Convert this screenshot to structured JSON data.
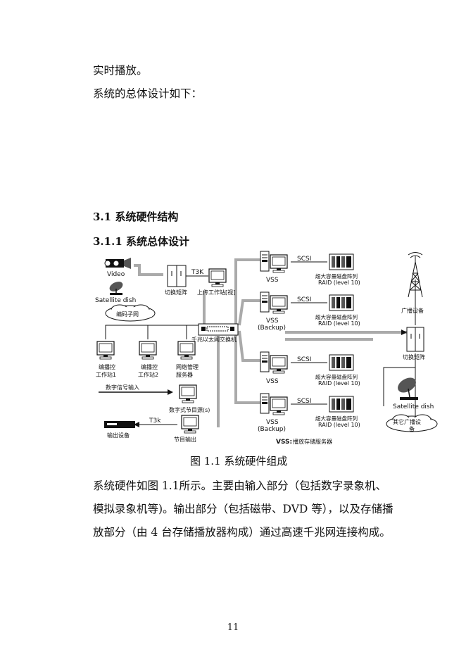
{
  "paragraphs": {
    "p1": "实时播放。",
    "p2": "系统的总体设计如下："
  },
  "headings": {
    "h1": "3.1   系统硬件结构",
    "h2": "3.1.1   系统总体设计"
  },
  "figure": {
    "labels": {
      "video": "Video",
      "sat_dish_left": "Satellite dish",
      "switch_matrix": "切换矩阵",
      "t3k_top": "T3K",
      "upload_ws": "上传工作站[视]",
      "encode_subnet": "编码子网",
      "gig_switch": "千兆以太网交换机",
      "edit_ws1_l1": "编播控",
      "edit_ws1_l2": "工作站1",
      "edit_ws2_l1": "编播控",
      "edit_ws2_l2": "工作站2",
      "net_mgmt_l1": "网络管理",
      "net_mgmt_l2": "服务器",
      "digital_input": "数字信号输入",
      "digital_source": "数字式节目源(s)",
      "t3k_bottom": "T3k",
      "output_device": "输出设备",
      "program_output": "节目输出",
      "vss": "VSS",
      "backup": "(Backup)",
      "scsi": "SCSI",
      "raid_title": "超大容量磁盘阵列",
      "raid_level": "RAID (level 10)",
      "broadcast_equipment": "广播设备",
      "switch_matrix_right": "切换矩阵",
      "sat_dish_right": "Satellite dish",
      "other_broadcast_l1": "其它广播设",
      "other_broadcast_l2": "备",
      "vss_legend_key": "VSS:",
      "vss_legend_desc": "播放存储服务器"
    }
  },
  "caption": "图 1.1      系统硬件组成",
  "body_lines": [
    "系统硬件如图 1.1所示。主要由输入部分（包括数字录象机、",
    "模拟录象机等)。输出部分（包括磁带、DVD 等），以及存储播",
    "放部分（由 4 台存储播放器构成）通过高速千兆网连接构成。"
  ],
  "page_number": "11"
}
